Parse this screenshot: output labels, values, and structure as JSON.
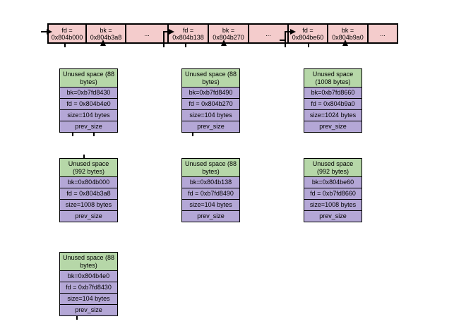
{
  "colors": {
    "bin_cell_pink": "#f4cccc",
    "chunk_header_green": "#b6d7a8",
    "chunk_field_purple": "#b4a7d6",
    "line_black": "#000000",
    "background": "#ffffff"
  },
  "bin_array": {
    "cells": [
      {
        "label": "fd =\n0x804b000"
      },
      {
        "label": "bk =\n0x804b3a8"
      },
      {
        "label": "..."
      },
      {
        "label": "fd =\n0x804b138"
      },
      {
        "label": "bk =\n0x804b270"
      },
      {
        "label": "..."
      },
      {
        "label": "fd =\n0x804be60"
      },
      {
        "label": "bk =\n0x804b9a0"
      },
      {
        "label": "..."
      }
    ]
  },
  "chunks": [
    {
      "title": "Unused space (88\nbytes)",
      "rows": [
        "bk=0xb7fd8430",
        "fd = 0x804b4e0",
        "size=104 bytes",
        "prev_size"
      ]
    },
    {
      "title": "Unused space (88\nbytes)",
      "rows": [
        "bk=0xb7fd8490",
        "fd = 0x804b270",
        "size=104 bytes",
        "prev_size"
      ]
    },
    {
      "title": "Unused space\n(1008 bytes)",
      "rows": [
        "bk=0xb7fd8660",
        "fd = 0x804b9a0",
        "size=1024 bytes",
        "prev_size"
      ]
    },
    {
      "title": "Unused space\n(992 bytes)",
      "rows": [
        "bk=0x804b000",
        "fd = 0x804b3a8",
        "size=1008 bytes",
        "prev_size"
      ]
    },
    {
      "title": "Unused space (88\nbytes)",
      "rows": [
        "bk=0x804b138",
        "fd = 0xb7fd8490",
        "size=104 bytes",
        "prev_size"
      ]
    },
    {
      "title": "Unused space\n(992 bytes)",
      "rows": [
        "bk=0x804be60",
        "fd = 0xb7fd8660",
        "size=1008 bytes",
        "prev_size"
      ]
    },
    {
      "title": "Unused space (88\nbytes)",
      "rows": [
        "bk=0x804b4e0",
        "fd = 0xb7fd8430",
        "size=104 bytes",
        "prev_size"
      ]
    }
  ]
}
